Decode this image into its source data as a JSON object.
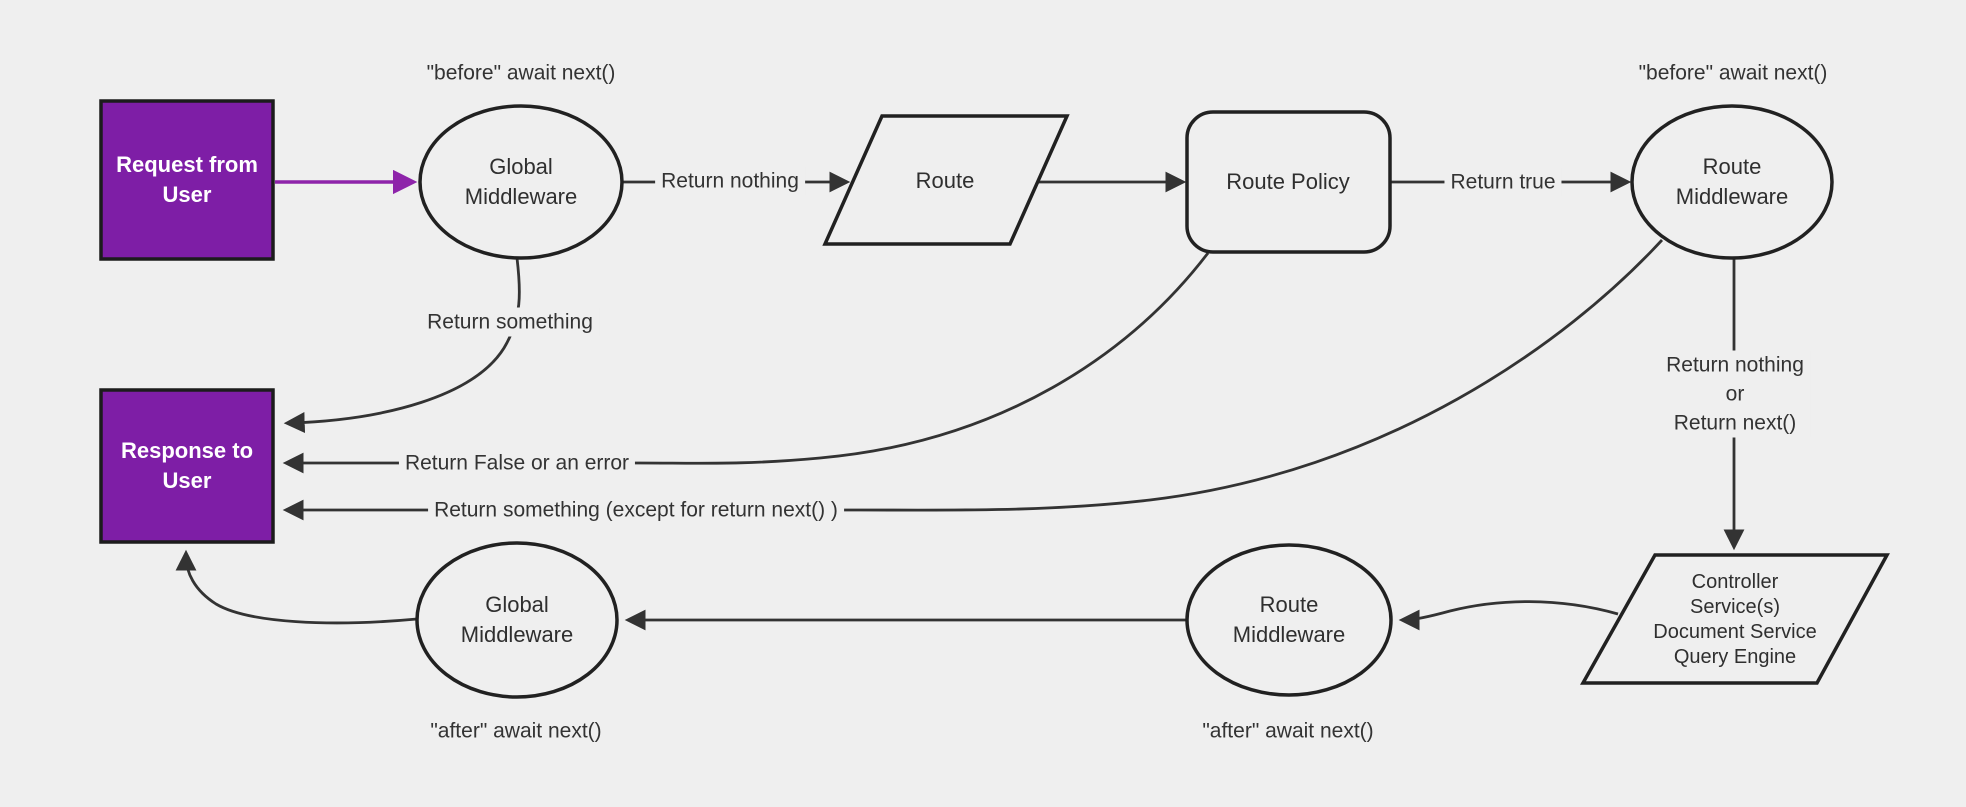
{
  "diagram": {
    "nodes": {
      "request": {
        "label": "Request from\nUser"
      },
      "global_middleware_top": {
        "label": "Global\nMiddleware"
      },
      "route": {
        "label": "Route"
      },
      "route_policy": {
        "label": "Route Policy"
      },
      "route_middleware_top": {
        "label": "Route\nMiddleware"
      },
      "response": {
        "label": "Response to\nUser"
      },
      "global_middleware_bottom": {
        "label": "Global\nMiddleware"
      },
      "route_middleware_bottom": {
        "label": "Route\nMiddleware"
      },
      "controller": {
        "label": "Controller\nService(s)\nDocument Service\nQuery Engine"
      }
    },
    "edge_labels": {
      "before_top_left": "\"before\" await next()",
      "before_top_right": "\"before\" await next()",
      "after_bottom_left": "\"after\" await next()",
      "after_bottom_right": "\"after\" await next()",
      "return_nothing": "Return nothing",
      "return_true": "Return true",
      "return_something": "Return something",
      "return_false": "Return False or an error",
      "return_something_except": "Return something (except for return next() )",
      "return_nothing_or_next": "Return nothing\nor\nReturn next()"
    },
    "colors": {
      "background": "#efefef",
      "node_fill_purple": "#7e1ea6",
      "arrow_purple": "#8e24aa",
      "shape_stroke": "#212121",
      "edge_stroke": "#333333",
      "text": "#333333",
      "box_text": "#ffffff"
    }
  }
}
